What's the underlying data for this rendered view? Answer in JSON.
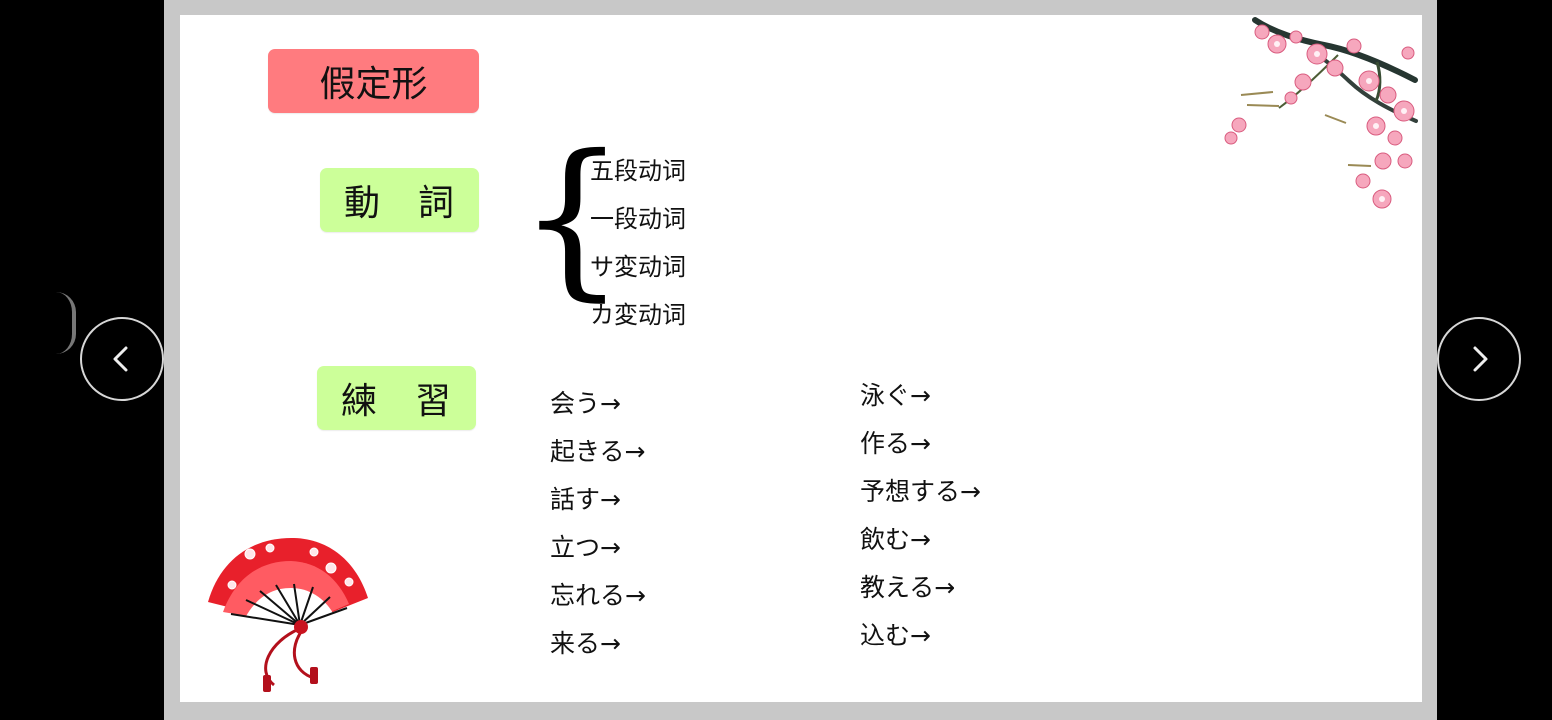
{
  "slide": {
    "title": "假定形",
    "verb_label": "動　詞",
    "practice_label": "練　習",
    "verb_types": [
      "五段动词",
      "一段动词",
      "サ変动词",
      "カ変动词"
    ],
    "exercises_left": [
      "会う→",
      "起きる→",
      "話す→",
      "立つ→",
      "忘れる→",
      "来る→"
    ],
    "exercises_right": [
      "泳ぐ→",
      "作る→",
      "予想する→",
      "飲む→",
      "教える→",
      "込む→"
    ]
  },
  "navigation": {
    "previous_icon": "chevron-left-icon",
    "next_icon": "chevron-right-icon"
  },
  "decorations": {
    "blossom": "cherry-blossom-branch",
    "fan": "red-folding-fan"
  },
  "colors": {
    "title_badge": "#ff7b7f",
    "section_badge": "#ccff99",
    "slide_background": "#ffffff",
    "viewer_background": "#000000"
  }
}
